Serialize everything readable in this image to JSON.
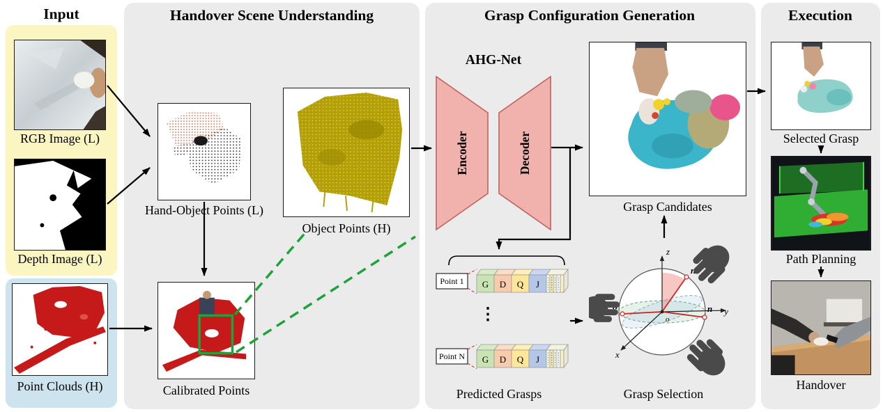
{
  "titles": {
    "input": "Input",
    "scene": "Handover Scene Understanding",
    "grasp": "Grasp Configuration Generation",
    "execution": "Execution"
  },
  "captions": {
    "rgb": "RGB Image (L)",
    "depth": "Depth Image (L)",
    "pointclouds": "Point Clouds (H)",
    "hand_object": "Hand-Object Points (L)",
    "object_points": "Object Points (H)",
    "calibrated": "Calibrated Points",
    "grasp_candidates": "Grasp Candidates",
    "predicted_grasps": "Predicted Grasps",
    "grasp_selection": "Grasp Selection",
    "selected_grasp": "Selected Grasp",
    "path_planning": "Path Planning",
    "handover": "Handover"
  },
  "network": {
    "name": "AHG-Net",
    "encoder": "Encoder",
    "decoder": "Decoder"
  },
  "predicted": {
    "rows": [
      {
        "label": "Point 1",
        "cells": [
          "G",
          "D",
          "Q",
          "J"
        ]
      },
      {
        "label": "Point N",
        "cells": [
          "G",
          "D",
          "Q",
          "J"
        ]
      }
    ],
    "ellipsis": "⋮"
  },
  "selection": {
    "axis_x": "x",
    "axis_y": "y",
    "axis_z": "z",
    "normal": "n",
    "origin": "o"
  },
  "colors": {
    "panel_bg": "#ebebeb",
    "input_image_bg": "#fbf5c1",
    "input_cloud_bg": "#cde4ef",
    "network_fill": "#f1b2ae",
    "network_stroke": "#c0625d",
    "zoom_dash_green": "#1ea33b",
    "cell_g": "#c9e3b4",
    "cell_d": "#f8cbad",
    "cell_q": "#ffe699",
    "cell_j": "#b4c7e7",
    "pointcloud_red": "#c61a1a",
    "object_olive": "#b5a004"
  }
}
